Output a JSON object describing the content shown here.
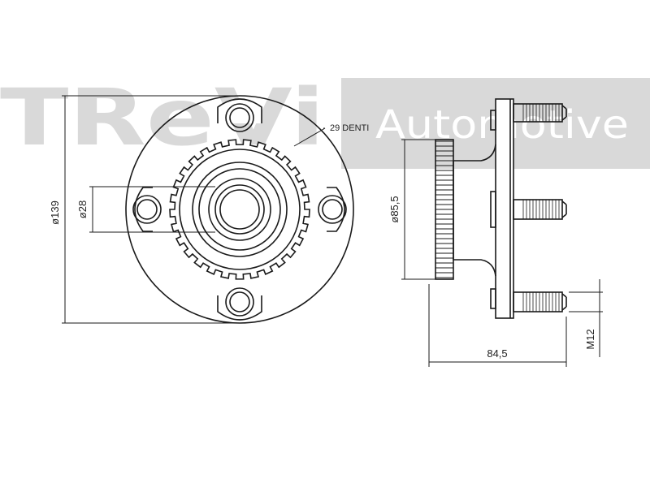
{
  "watermark": {
    "brand": "TReVi",
    "tagline": "Automotive",
    "color": "#d9d9d9"
  },
  "labels": {
    "teeth": "29 DENTI",
    "outer_diameter": "ø139",
    "bore_diameter": "ø28",
    "ring_diameter": "ø85,5",
    "width": "84,5",
    "bolt": "M12"
  },
  "colors": {
    "line": "#1a1a1a",
    "background": "#ffffff"
  }
}
